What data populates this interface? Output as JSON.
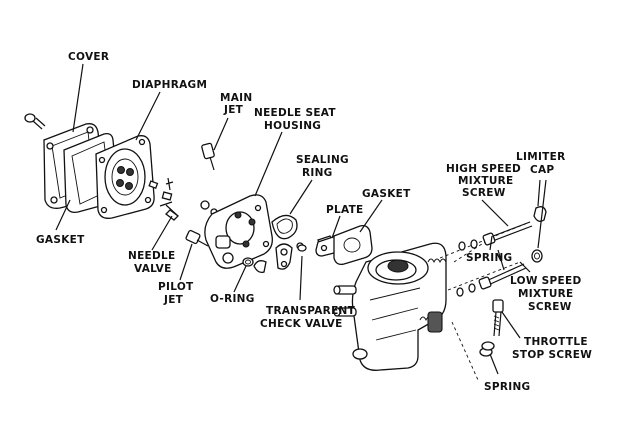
{
  "labels": {
    "cover": "COVER",
    "diaphragm": "DIAPHRAGM",
    "main_jet_1": "MAIN",
    "main_jet_2": "JET",
    "needle_seat_1": "NEEDLE SEAT",
    "needle_seat_2": "HOUSING",
    "sealing_ring_1": "SEALING",
    "sealing_ring_2": "RING",
    "high_speed_1": "HIGH SPEED",
    "high_speed_2": "MIXTURE",
    "high_speed_3": "SCREW",
    "limiter_cap_1": "LIMITER",
    "limiter_cap_2": "CAP",
    "gasket_top": "GASKET",
    "plate": "PLATE",
    "gasket_left": "GASKET",
    "needle_valve_1": "NEEDLE",
    "needle_valve_2": "VALVE",
    "pilot_jet_1": "PILOT",
    "pilot_jet_2": "JET",
    "o_ring": "O-RING",
    "spring_upper": "SPRING",
    "low_speed_1": "LOW SPEED",
    "low_speed_2": "MIXTURE",
    "low_speed_3": "SCREW",
    "transparent_1": "TRANSPARENT",
    "transparent_2": "CHECK VALVE",
    "throttle_1": "THROTTLE",
    "throttle_2": "STOP SCREW",
    "spring_lower": "SPRING"
  }
}
